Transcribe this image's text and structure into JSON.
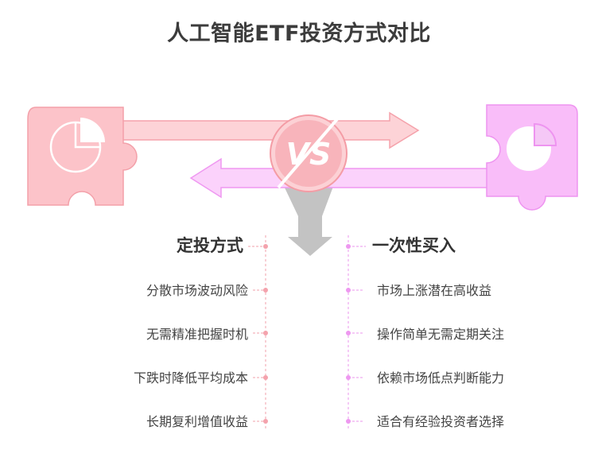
{
  "title": "人工智能ETF投资方式对比",
  "center_badge": "VS",
  "left": {
    "heading": "定投方式",
    "items": [
      "分散市场波动风险",
      "无需精准把握时机",
      "下跌时降低平均成本",
      "长期复利增值收益"
    ]
  },
  "right": {
    "heading": "一次性买入",
    "items": [
      "市场上涨潜在高收益",
      "操作简单无需定期关注",
      "依赖市场低点判断能力",
      "适合有经验投资者选择"
    ]
  },
  "icons": {
    "left_puzzle": "pie-chart-icon",
    "right_puzzle": "pie-chart-icon",
    "center": "vs-badge-icon",
    "center_arrow": "arrow-down-icon"
  },
  "colors": {
    "left_accent": "#f7a3ad",
    "left_fill": "#fbc6cc",
    "right_accent": "#ee8ff0",
    "right_fill": "#f8bdf8",
    "arrow_grey": "#b9b9b9"
  }
}
